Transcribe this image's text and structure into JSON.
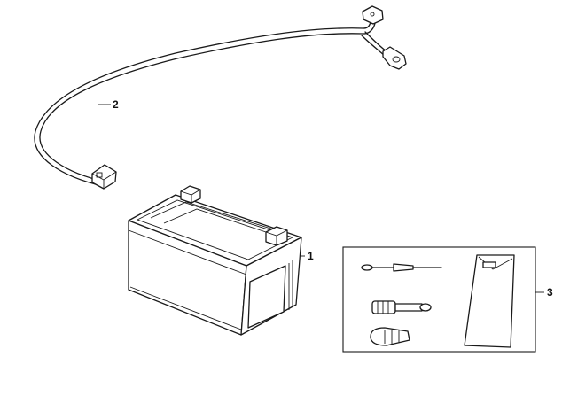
{
  "callouts": {
    "battery": "1",
    "cable": "2",
    "kit": "3"
  },
  "colors": {
    "line": "#1a1a1a",
    "background": "#ffffff"
  }
}
